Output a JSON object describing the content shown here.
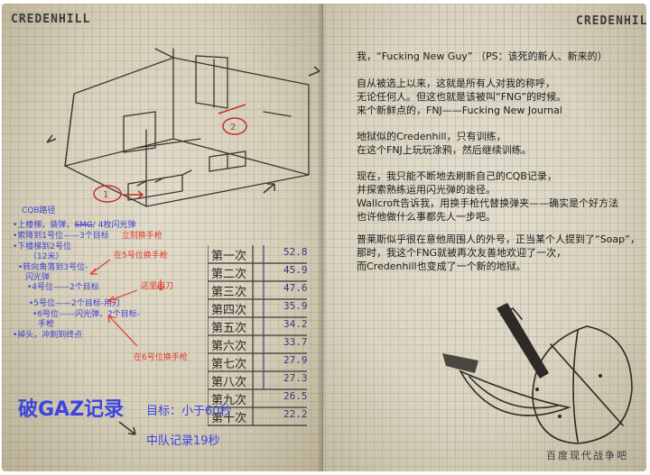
{
  "left_page": {
    "brand": "CREDENHILL",
    "cqb_route": {
      "title": "CQB路径",
      "items": [
        "•上楼梯，装弹，",
        "•索降到1号位——3个目标",
        "•下楼梯到2号位",
        "（12米）",
        "•转向角落到3号位-",
        "闪光弹",
        "•4号位——2个目标",
        "•5号位——2个目标-用刀",
        "•6号位——闪光弹，2个目标-",
        "手枪",
        "•掉头，冲刺到终点"
      ],
      "strike_text": "SMG",
      "after_strike": "/ 4枚闪光弹",
      "note_switch_now": "立刻换手枪"
    },
    "red_notes": {
      "pos5": "在5号位换手枪",
      "knife": "这里用刀",
      "pos6": "在6号位换手枪"
    },
    "times": [
      {
        "label": "第一次",
        "value": "52.8"
      },
      {
        "label": "第二次",
        "value": "45.9"
      },
      {
        "label": "第三次",
        "value": "47.6"
      },
      {
        "label": "第四次",
        "value": "35.9"
      },
      {
        "label": "第五次",
        "value": "34.2"
      },
      {
        "label": "第六次",
        "value": "33.7"
      },
      {
        "label": "第七次",
        "value": "27.9"
      },
      {
        "label": "第八次",
        "value": "27.3"
      },
      {
        "label": "第九次",
        "value": "26.5"
      },
      {
        "label": "第十次",
        "value": "22.2"
      }
    ],
    "record_title": "破GAZ记录",
    "goal": "目标：小于60秒",
    "squad_record": "中队记录19秒"
  },
  "right_page": {
    "brand": "CREDENHILL",
    "lines": [
      "我，“Fucking New Guy” （PS：该死的新人、新来的）",
      "",
      "自从被选上以来，这就是所有人对我的称呼，",
      "无论任何人。但这也就是该被叫“FNG”的时候。",
      "来个新鲜点的，FNJ——Fucking New Journal",
      "",
      "地狱似的Credenhill，只有训练，",
      "在这个FNJ上玩玩涂鸦，然后继续训练。",
      "",
      "现在，我只能不断地去刷新自己的CQB记录，",
      "并探索熟练运用闪光弹的途径。",
      "Wallcroft告诉我，用换手枪代替换弹夹——确实是个好方法",
      "也许他做什么事都先人一步吧。",
      "",
      "普莱斯似乎很在意他周围人的外号，正当某个人提到了“Soap”，",
      "那时，我这个FNG就被再次友善地欢迎了一次，",
      "而Credenhill也变成了一个新的地狱。"
    ],
    "watermark": "百度现代战争吧"
  }
}
